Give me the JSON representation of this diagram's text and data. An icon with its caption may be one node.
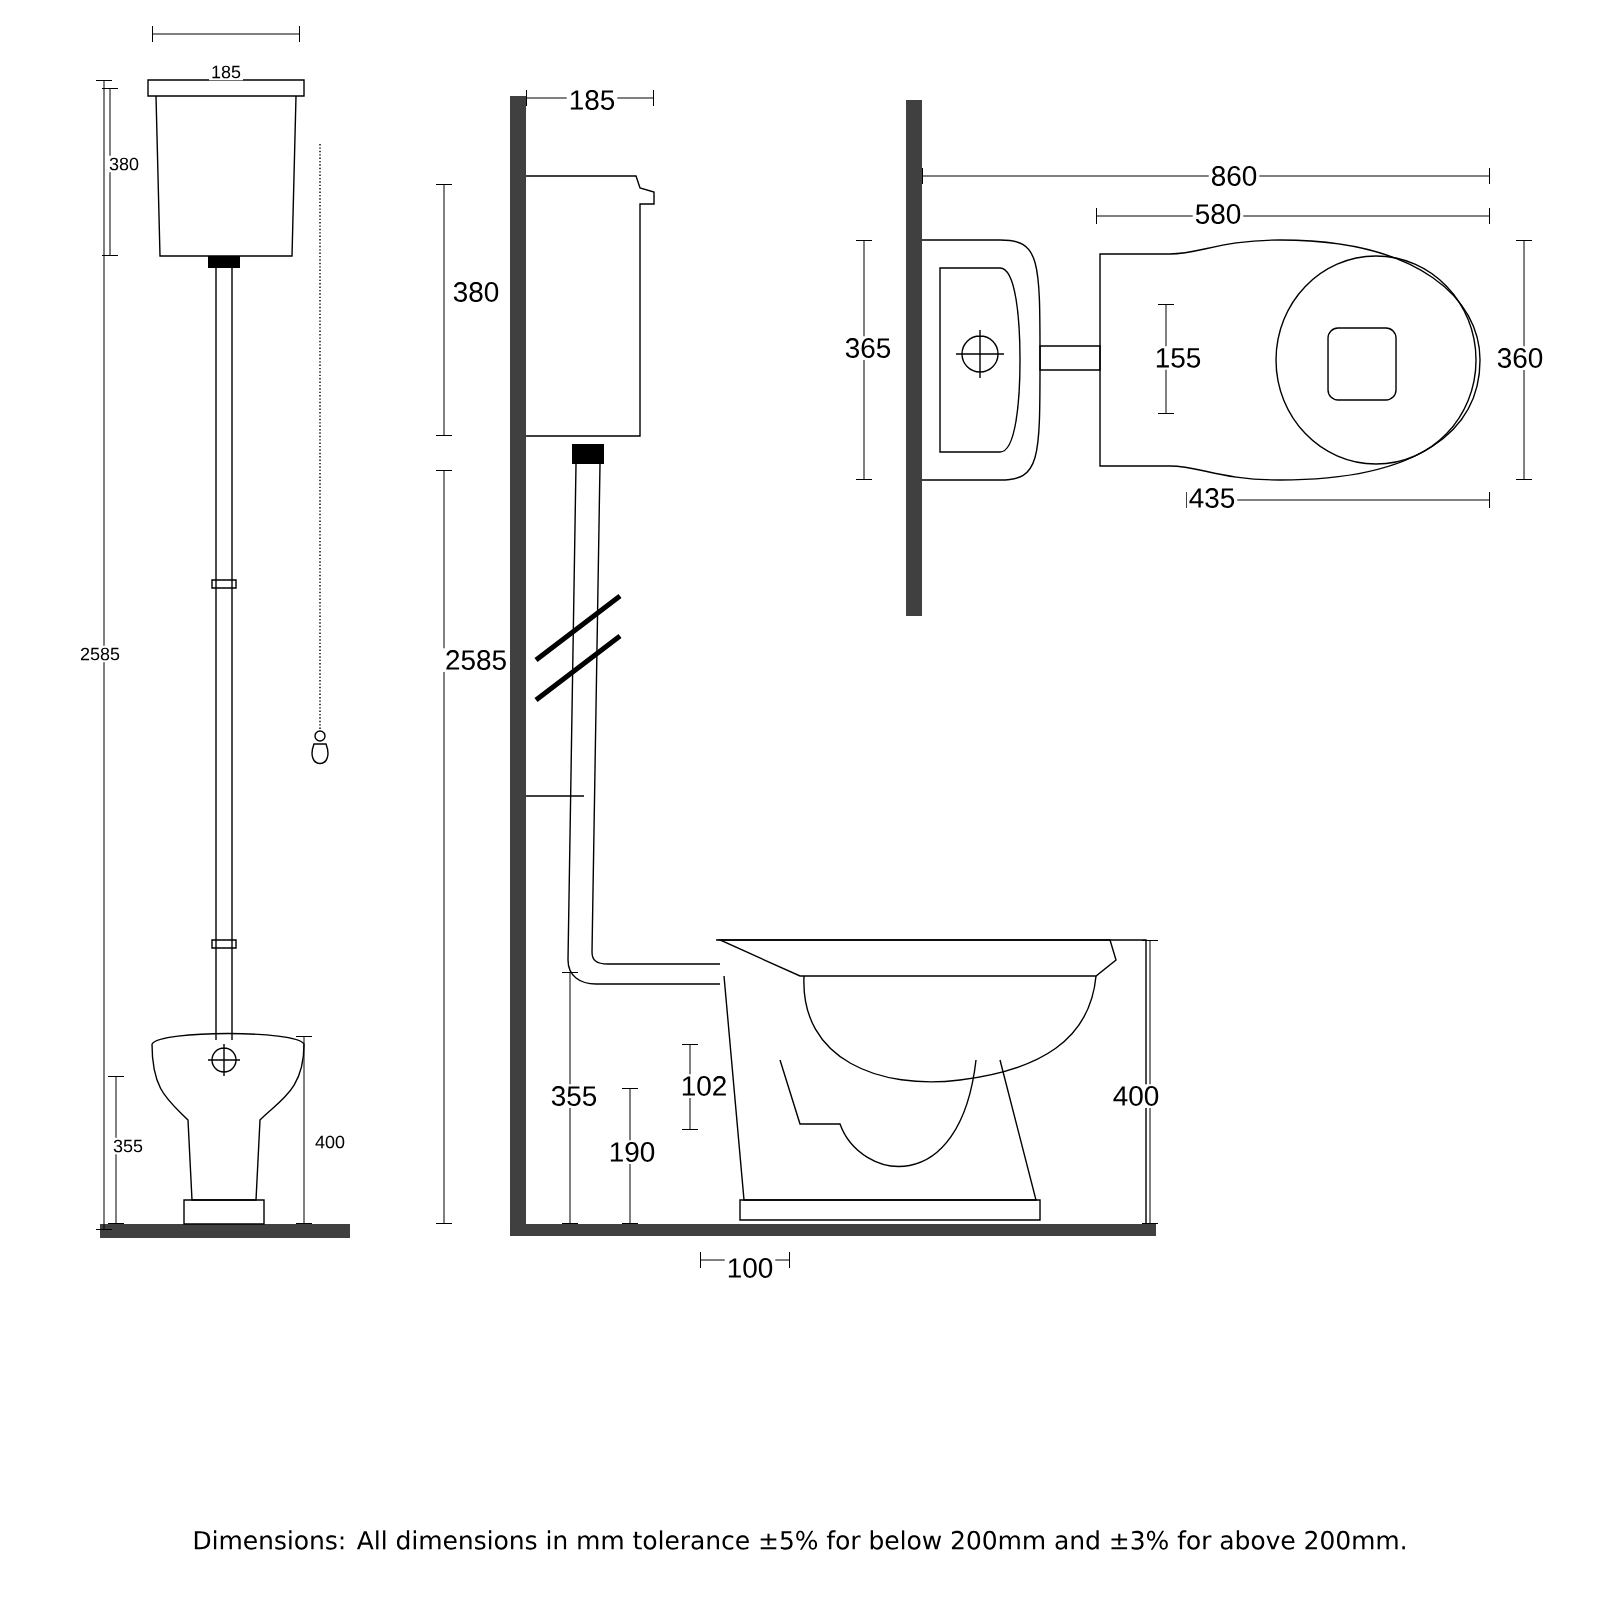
{
  "diagram": {
    "caption": "Dimensions: All dimensions in mm tolerance ±5% for below 200mm and ±3% for above 200mm.",
    "labels": [
      "185",
      "380",
      "2585",
      "355",
      "400",
      "185",
      "380",
      "2585",
      "355",
      "102",
      "190",
      "400",
      "100",
      "860",
      "580",
      "365",
      "155",
      "360",
      "435"
    ]
  }
}
